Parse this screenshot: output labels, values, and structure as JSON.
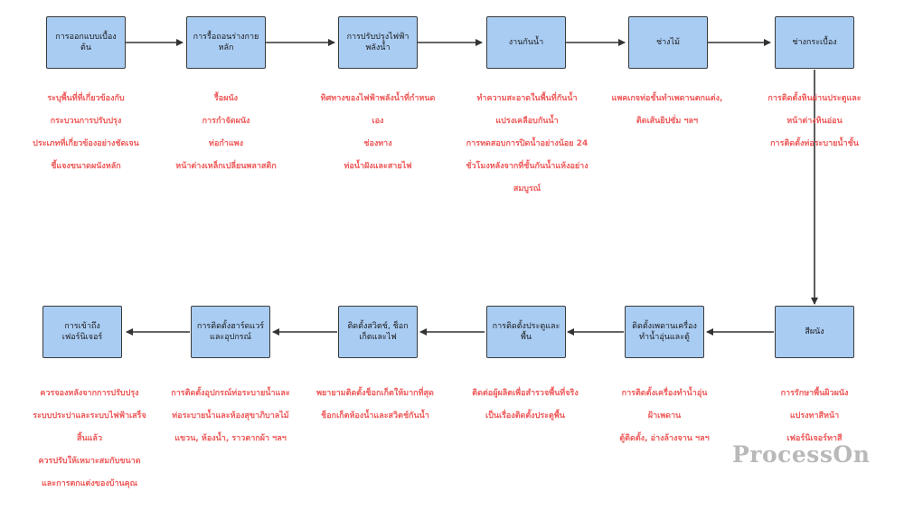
{
  "nodes": {
    "n1": "การออกแบบเบื้องต้น",
    "n2": "การรื้อถอนร่างกายหลัก",
    "n3": "การปรับปรุงไฟฟ้าพลังน้ำ",
    "n4": "งานกันน้ำ",
    "n5": "ช่างไม้",
    "n6": "ช่างกระเบื้อง",
    "n7": "สีผนัง",
    "n8": "ติดตั้งเพดานเครื่องทำน้ำอุ่นและตู้",
    "n9": "การติดตั้งประตูและพื้น",
    "n10": "ติดตั้งสวิตช์, ช็อกเก็ตและไฟ",
    "n11": "การติดตั้งฮาร์ดแวร์และอุปกรณ์",
    "n12": "การเข้าถึงเฟอร์นิเจอร์"
  },
  "notes": {
    "n1": [
      "ระบุพื้นที่ที่เกี่ยวข้องกับ",
      "กระบวนการปรับปรุง",
      "ประเภทที่เกี่ยวข้องอย่างชัดเจน",
      "ชี้แจงขนาดผนังหลัก"
    ],
    "n2": [
      "รื้อผนัง",
      "การกำจัดผนัง",
      "ท่อกำแพง",
      "หน้าต่างเหล็กเปลี่ยนพลาสติก"
    ],
    "n3": [
      "ทิศทางของไฟฟ้าพลังน้ำที่กำหนด",
      "เอง",
      "ช่องทาง",
      "ท่อน้ำฝังและสายไฟ"
    ],
    "n4": [
      "ทำความสะอาดในพื้นที่กันน้ำ",
      "แปรงเคลือบกันน้ำ",
      "การทดสอบการปิดน้ำอย่างน้อย 24",
      "ชั่วโมงหลังจากที่ชั้นกันน้ำแห้งอย่าง",
      "สมบูรณ์"
    ],
    "n5": [
      "แพคเกจท่อชั้นทำเพดานตกแต่ง,",
      "ติดเส้นยิปซั่ม ฯลฯ"
    ],
    "n6": [
      "การติดตั้งหินผ่านประตูและ",
      "หน้าต่างหินอ่อน",
      "การติดตั้งท่อระบายน้ำชั้น"
    ],
    "n7": [
      "การรักษาพื้นผิวผนัง",
      "แปรงทาสีหน้า",
      "เฟอร์นิเจอร์ทาสี"
    ],
    "n8": [
      "การติดตั้งเครื่องทำน้ำอุ่น",
      "ฝ้าเพดาน",
      "ตู้ติดตั้ง, อ่างล้างจาน ฯลฯ"
    ],
    "n9": [
      "ติดต่อผู้ผลิตเพื่อสำรวจพื้นที่จริง",
      "เป็นเรื่องติดตั้งประตูพื้น"
    ],
    "n10": [
      "พยายามติดตั้งช็อกเก็ตให้มากที่สุด",
      "ช็อกเก็ตห้องน้ำและสวิตช์กันน้ำ"
    ],
    "n11": [
      "การติดตั้งอุปกรณ์ท่อระบายน้ำและ",
      "ท่อระบายน้ำและห้องสุขาภิบาลไม้",
      "แขวน, ห้องน้ำ, ราวตากผ้า ฯลฯ"
    ],
    "n12": [
      "ควรจองหลังจากการปรับปรุง",
      "ระบบประปาและระบบไฟฟ้าเสร็จ",
      "สิ้นแล้ว",
      "ควรปรับให้เหมาะสมกับขนาด",
      "และการตกแต่งของบ้านคุณ"
    ]
  },
  "watermark": "ProcessOn",
  "colors": {
    "node_fill": "#a9ccf3",
    "node_border": "#3a3a3a",
    "note_text": "#ee5a5a",
    "watermark": "#b9b9b9",
    "edge": "#333333"
  }
}
